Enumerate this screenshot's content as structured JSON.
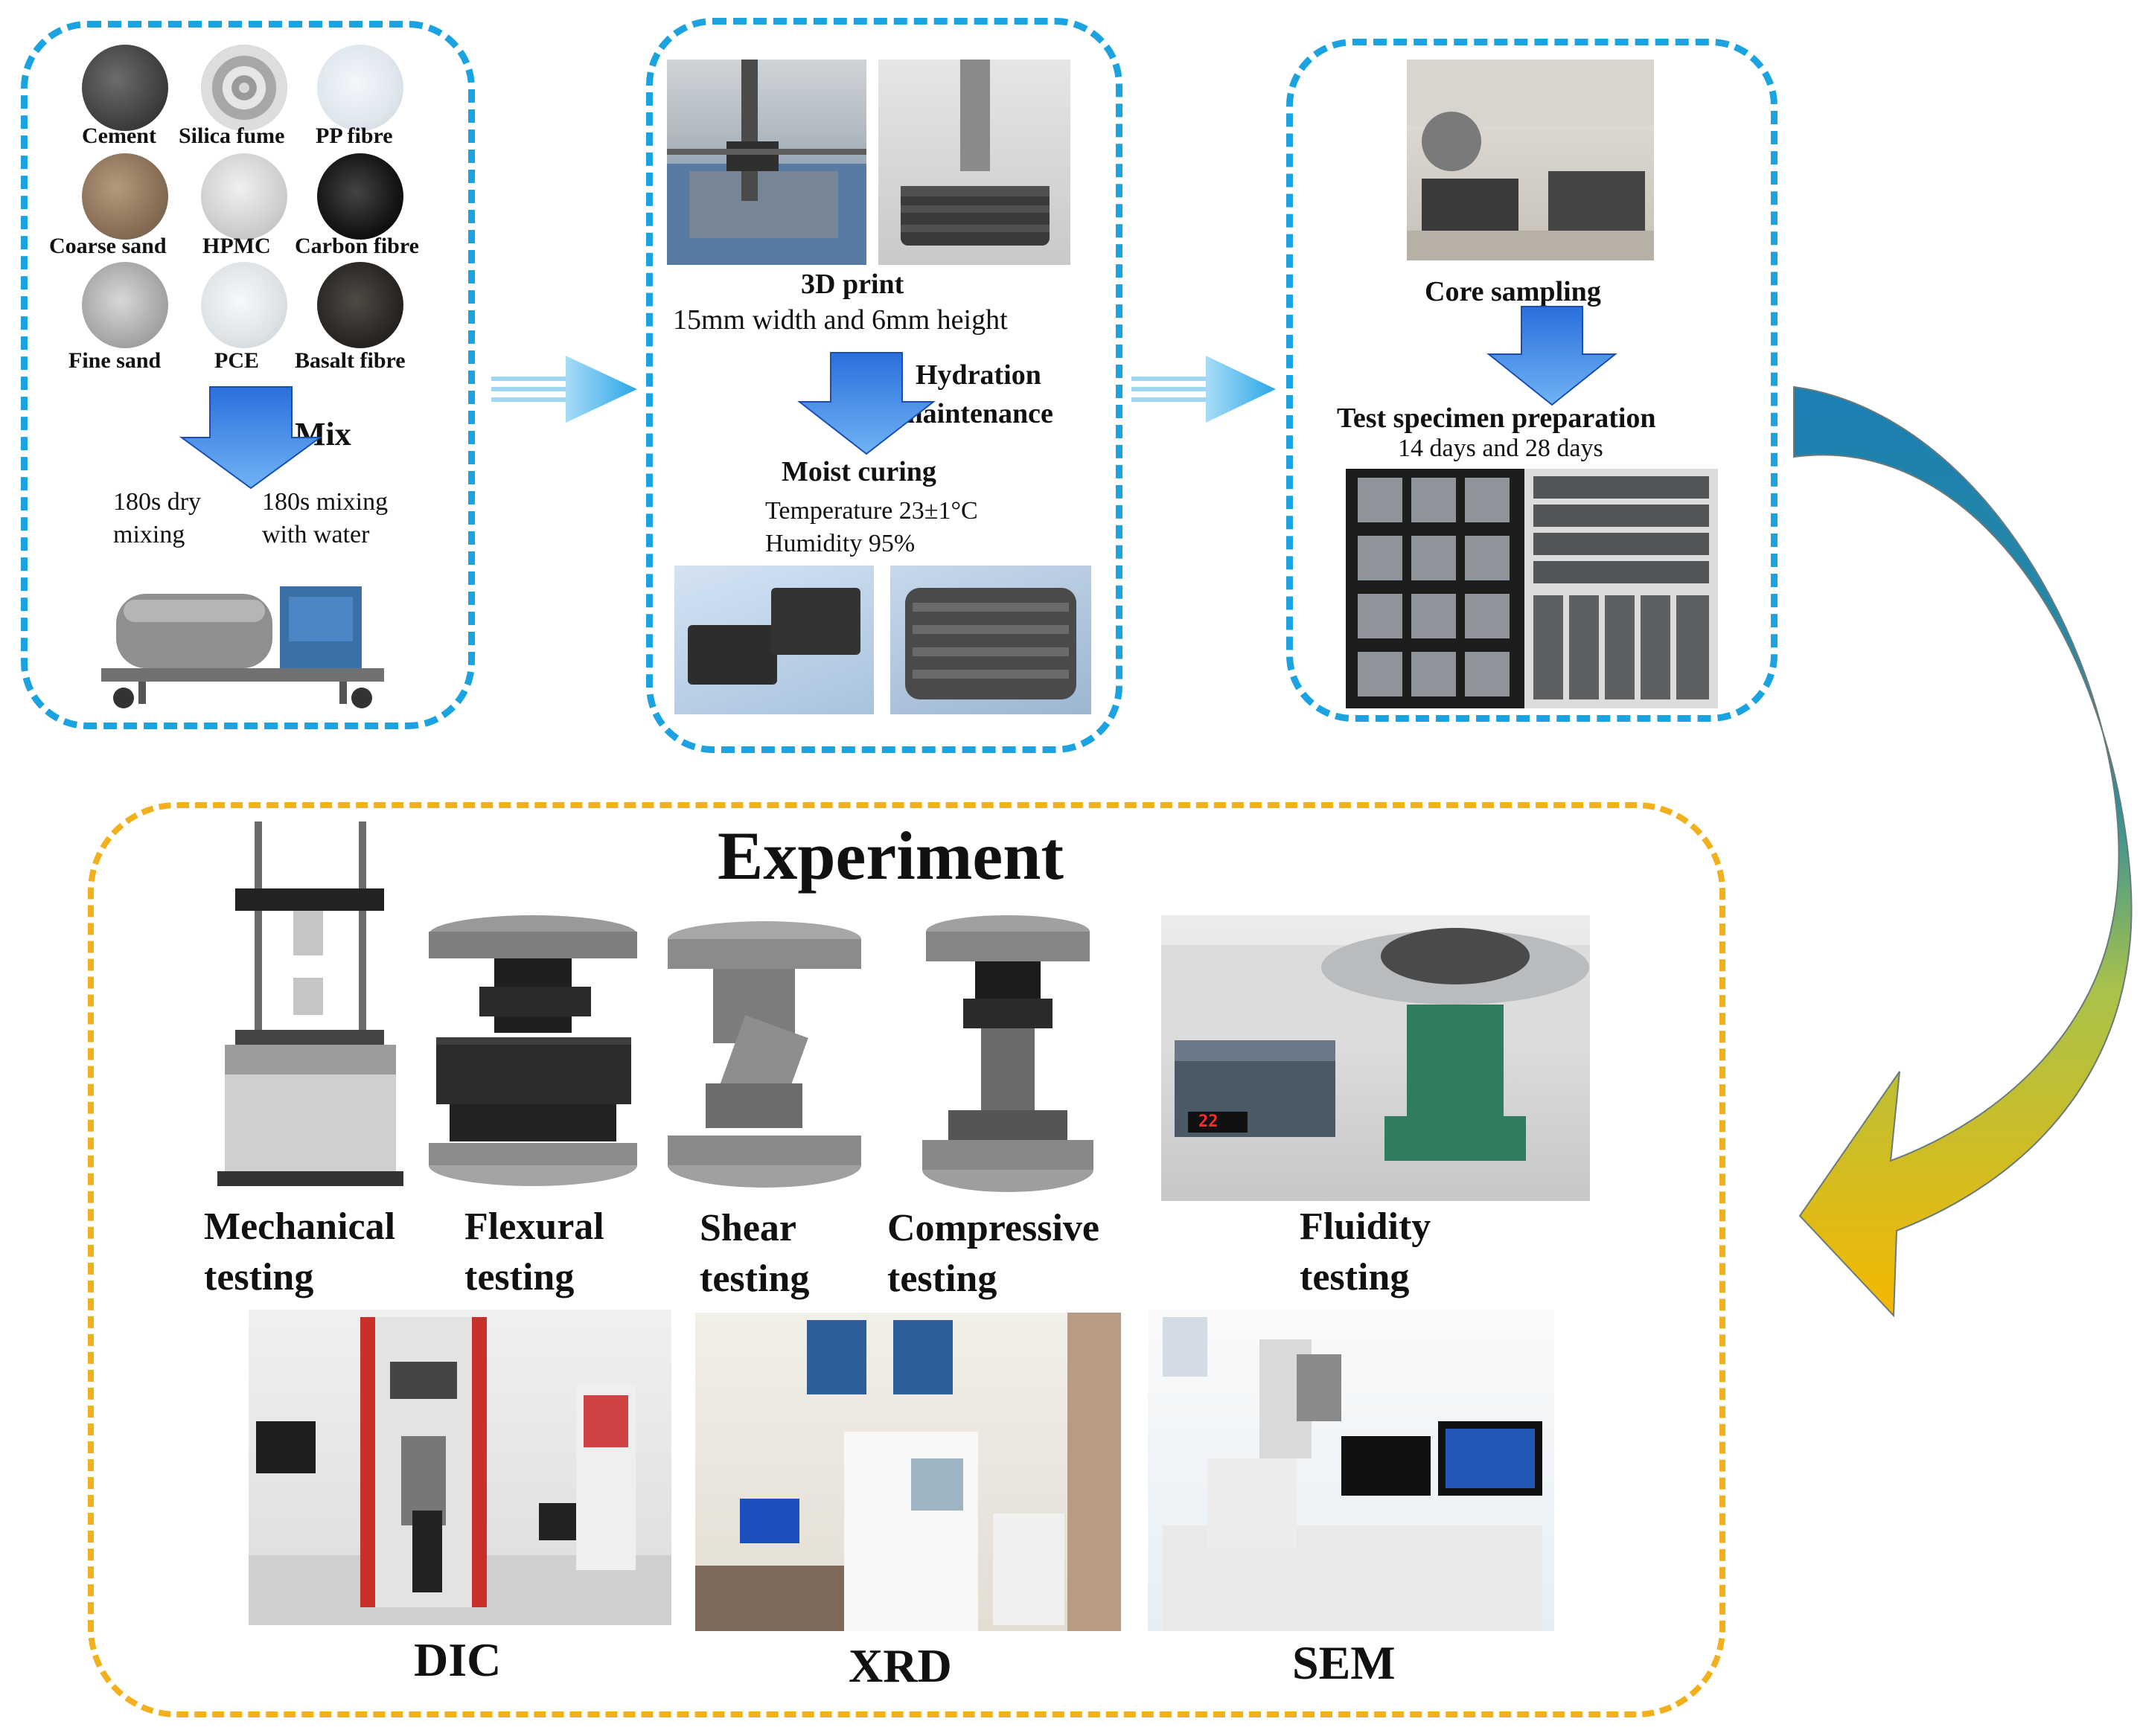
{
  "materials": {
    "cement": "Cement",
    "silica_fume": "Silica fume",
    "pp_fibre": "PP fibre",
    "coarse_sand": "Coarse sand",
    "hpmc": "HPMC",
    "carbon_fibre": "Carbon fibre",
    "fine_sand": "Fine sand",
    "pce": "PCE",
    "basalt_fibre": "Basalt fibre"
  },
  "mix": {
    "label": "Mix",
    "dry_line1": "180s dry",
    "dry_line2": "mixing",
    "water_line1": "180s mixing",
    "water_line2": "with water"
  },
  "print": {
    "title": "3D print",
    "subtitle": "15mm width and 6mm height",
    "hydration_line1": "Hydration",
    "hydration_line2": "maintenance",
    "curing_title": "Moist curing",
    "temperature": "Temperature 23±1°C",
    "humidity": "Humidity 95%"
  },
  "sampling": {
    "core": "Core sampling",
    "prep_title": "Test specimen preparation",
    "prep_days": "14 days and 28 days"
  },
  "experiment": {
    "title": "Experiment",
    "mech_1": "Mechanical",
    "mech_2": "testing",
    "flex_1": "Flexural",
    "flex_2": "testing",
    "shear_1": "Shear",
    "shear_2": "testing",
    "comp_1": "Compressive",
    "comp_2": "testing",
    "fluid_1": "Fluidity",
    "fluid_2": "testing",
    "dic": "DIC",
    "xrd": "XRD",
    "sem": "SEM",
    "display_value": "22"
  },
  "colors": {
    "panel_blue": "#1aa3e0",
    "panel_gold": "#f2b01c",
    "arrow_blue": "#2a6fdc",
    "curve_teal": "#1b7fb3",
    "curve_gold": "#f5b800"
  }
}
